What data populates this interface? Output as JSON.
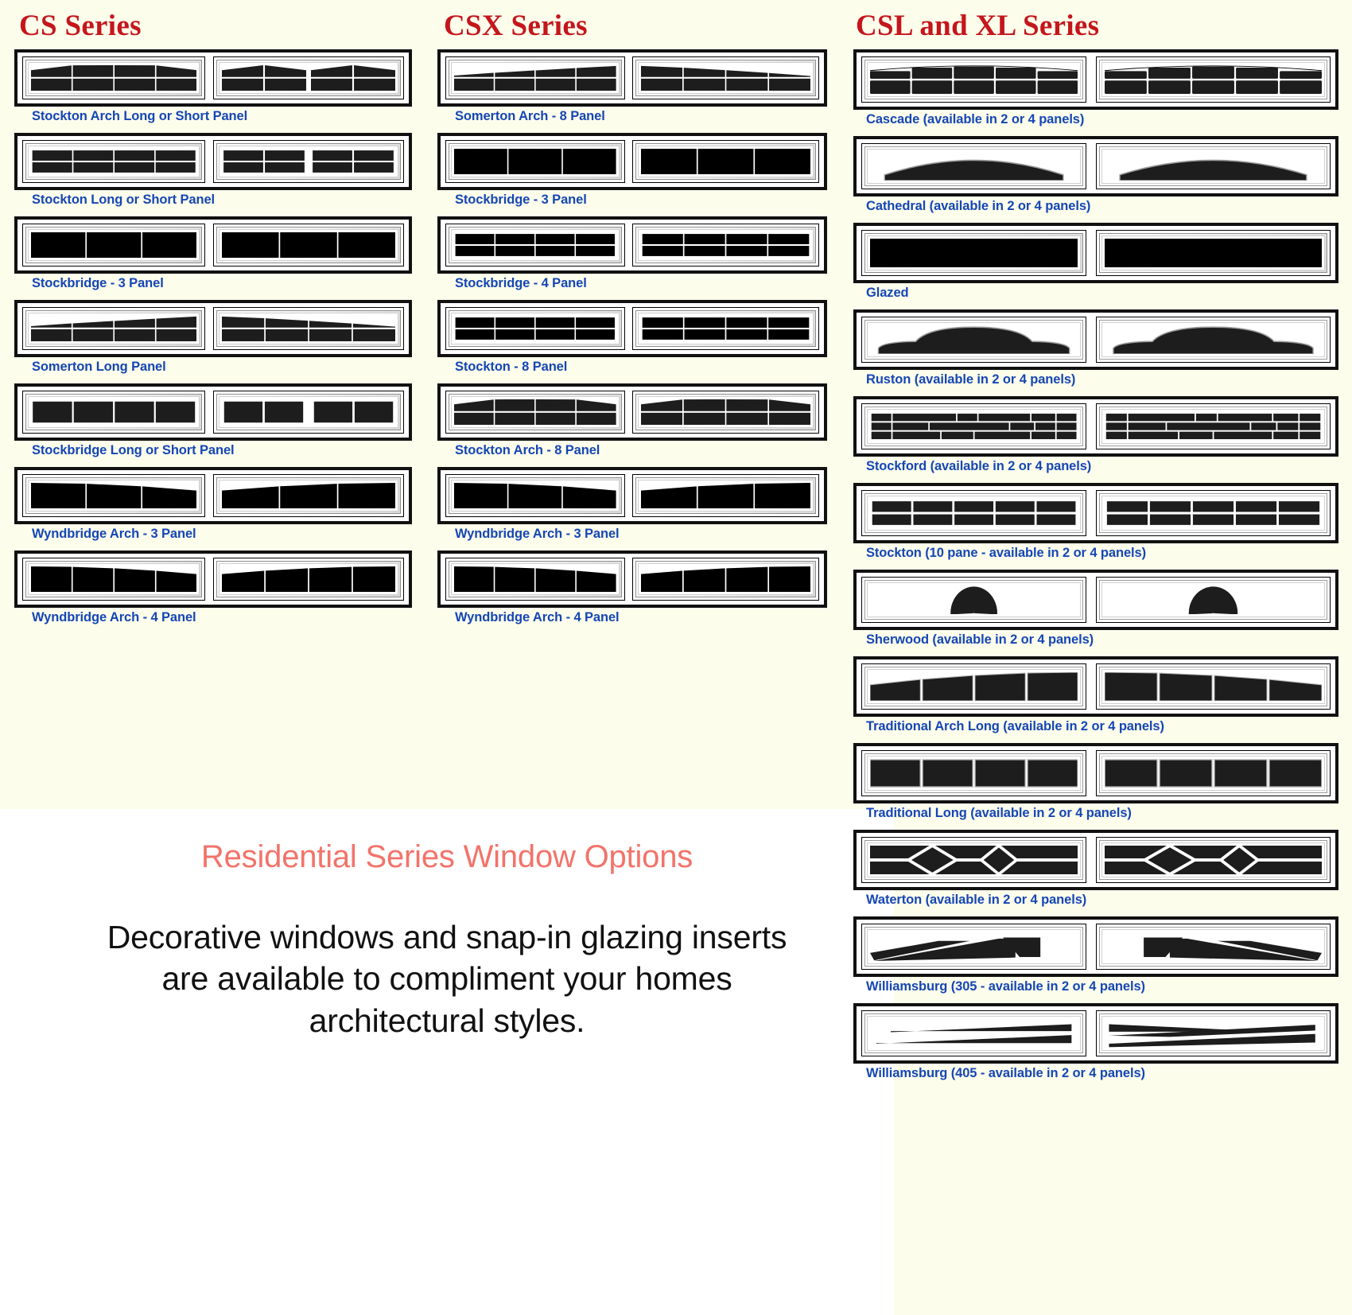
{
  "page": {
    "background_cream": "#fdfdec",
    "background_white": "#ffffff",
    "heading_color": "#c4161c",
    "label_color": "#1546b4",
    "promo_title_color": "#f2736a"
  },
  "columns": [
    {
      "key": "cs",
      "title": "CS Series",
      "items": [
        {
          "label": "Stockton Arch Long or Short Panel",
          "style": "stockton-arch",
          "split": "long-short"
        },
        {
          "label": "Stockton Long or Short Panel",
          "style": "stockton",
          "split": "long-short"
        },
        {
          "label": "Stockbridge - 3 Panel",
          "style": "stockbridge3",
          "split": "pair"
        },
        {
          "label": "Somerton Long Panel",
          "style": "somerton",
          "split": "pair"
        },
        {
          "label": "Stockbridge Long or Short Panel",
          "style": "stockbridge-ls",
          "split": "long-short"
        },
        {
          "label": "Wyndbridge Arch - 3 Panel",
          "style": "wynd3",
          "split": "pair"
        },
        {
          "label": "Wyndbridge Arch - 4 Panel",
          "style": "wynd4",
          "split": "pair"
        }
      ]
    },
    {
      "key": "csx",
      "title": "CSX Series",
      "items": [
        {
          "label": "Somerton Arch - 8 Panel",
          "style": "somerton-arch8",
          "split": "pair"
        },
        {
          "label": "Stockbridge - 3 Panel",
          "style": "stockbridge3",
          "split": "pair"
        },
        {
          "label": "Stockbridge - 4 Panel",
          "style": "stockbridge4",
          "split": "pair"
        },
        {
          "label": "Stockton - 8 Panel",
          "style": "stockton8",
          "split": "pair"
        },
        {
          "label": "Stockton Arch - 8 Panel",
          "style": "stockton-arch8",
          "split": "pair"
        },
        {
          "label": "Wyndbridge Arch - 3 Panel",
          "style": "wynd3",
          "split": "pair"
        },
        {
          "label": "Wyndbridge Arch - 4 Panel",
          "style": "wynd4",
          "split": "pair"
        }
      ]
    },
    {
      "key": "csl",
      "title": "CSL and XL Series",
      "items": [
        {
          "label": "Cascade (available in 2 or 4 panels)",
          "style": "cascade"
        },
        {
          "label": "Cathedral (available in 2 or 4 panels)",
          "style": "cathedral"
        },
        {
          "label": "Glazed",
          "style": "glazed"
        },
        {
          "label": "Ruston (available in 2 or 4 panels)",
          "style": "ruston"
        },
        {
          "label": "Stockford (available in 2 or 4 panels)",
          "style": "stockford"
        },
        {
          "label": "Stockton (10 pane - available in 2 or 4 panels)",
          "style": "stockton10"
        },
        {
          "label": "Sherwood (available in 2 or 4 panels)",
          "style": "sherwood"
        },
        {
          "label": "Traditional Arch Long (available in 2 or 4 panels)",
          "style": "trad-arch"
        },
        {
          "label": "Traditional Long (available in 2 or 4 panels)",
          "style": "trad-long"
        },
        {
          "label": "Waterton (available in 2 or 4 panels)",
          "style": "waterton"
        },
        {
          "label": "Williamsburg (305 - available in 2 or 4 panels)",
          "style": "wb305"
        },
        {
          "label": "Williamsburg (405 - available in 2 or 4 panels)",
          "style": "wb405"
        }
      ]
    }
  ],
  "promo": {
    "title": "Residential Series Window Options",
    "line1": "Decorative windows and snap-in glazing inserts",
    "line2": "are available to compliment your homes",
    "line3": "architectural styles."
  }
}
